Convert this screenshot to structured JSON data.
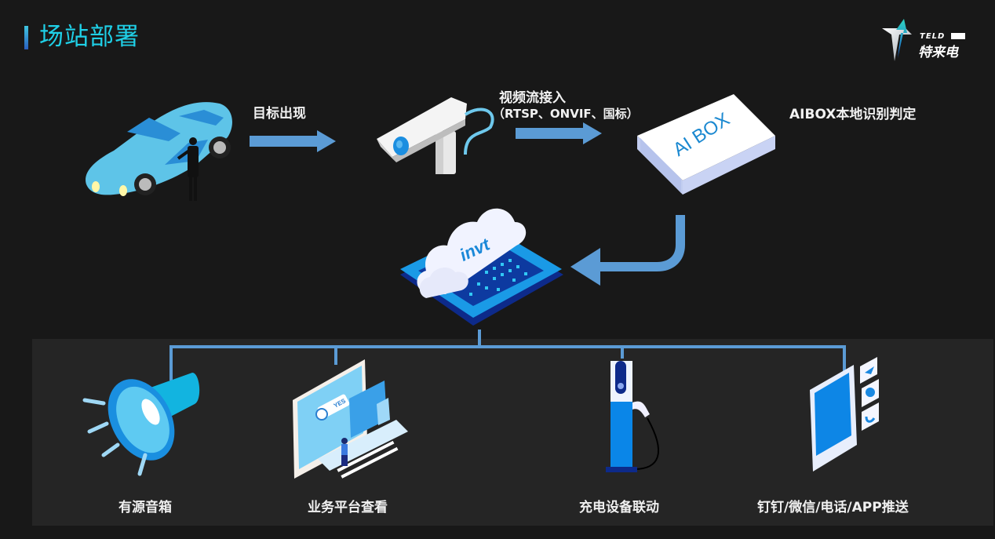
{
  "header": {
    "title": "场站部署",
    "logo": {
      "en": "TELD",
      "cn": "特来电"
    }
  },
  "flow": {
    "step1_label": "目标出现",
    "step2_label": "视频流接入",
    "step2_sub": "（RTSP、ONVIF、国标）",
    "step3_label": "AIBOX本地识别判定",
    "aibox_text": "AI BOX",
    "cloud_text": "invt"
  },
  "outputs": [
    {
      "label": "有源音箱",
      "icon": "speaker-icon"
    },
    {
      "label": "业务平台查看",
      "icon": "computer-platform-icon"
    },
    {
      "label": "充电设备联动",
      "icon": "charging-pile-icon"
    },
    {
      "label": "钉钉/微信/电话/APP推送",
      "icon": "mobile-push-icon"
    }
  ],
  "colors": {
    "background": "#181818",
    "panel": "#252525",
    "title": "#1fcfe6",
    "arrow": "#5b9bd5",
    "text": "#f2f2f2"
  }
}
